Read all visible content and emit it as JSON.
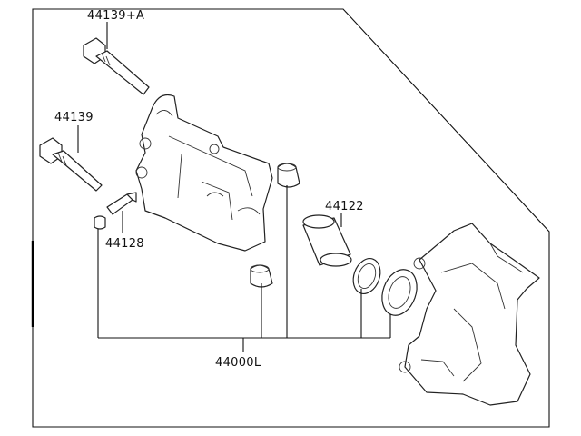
{
  "labels": {
    "guide_pin_a": "44139+A",
    "guide_pin": "44139",
    "bleeder": "44128",
    "piston_seal": "44122",
    "caliper_assy": "44000L"
  }
}
